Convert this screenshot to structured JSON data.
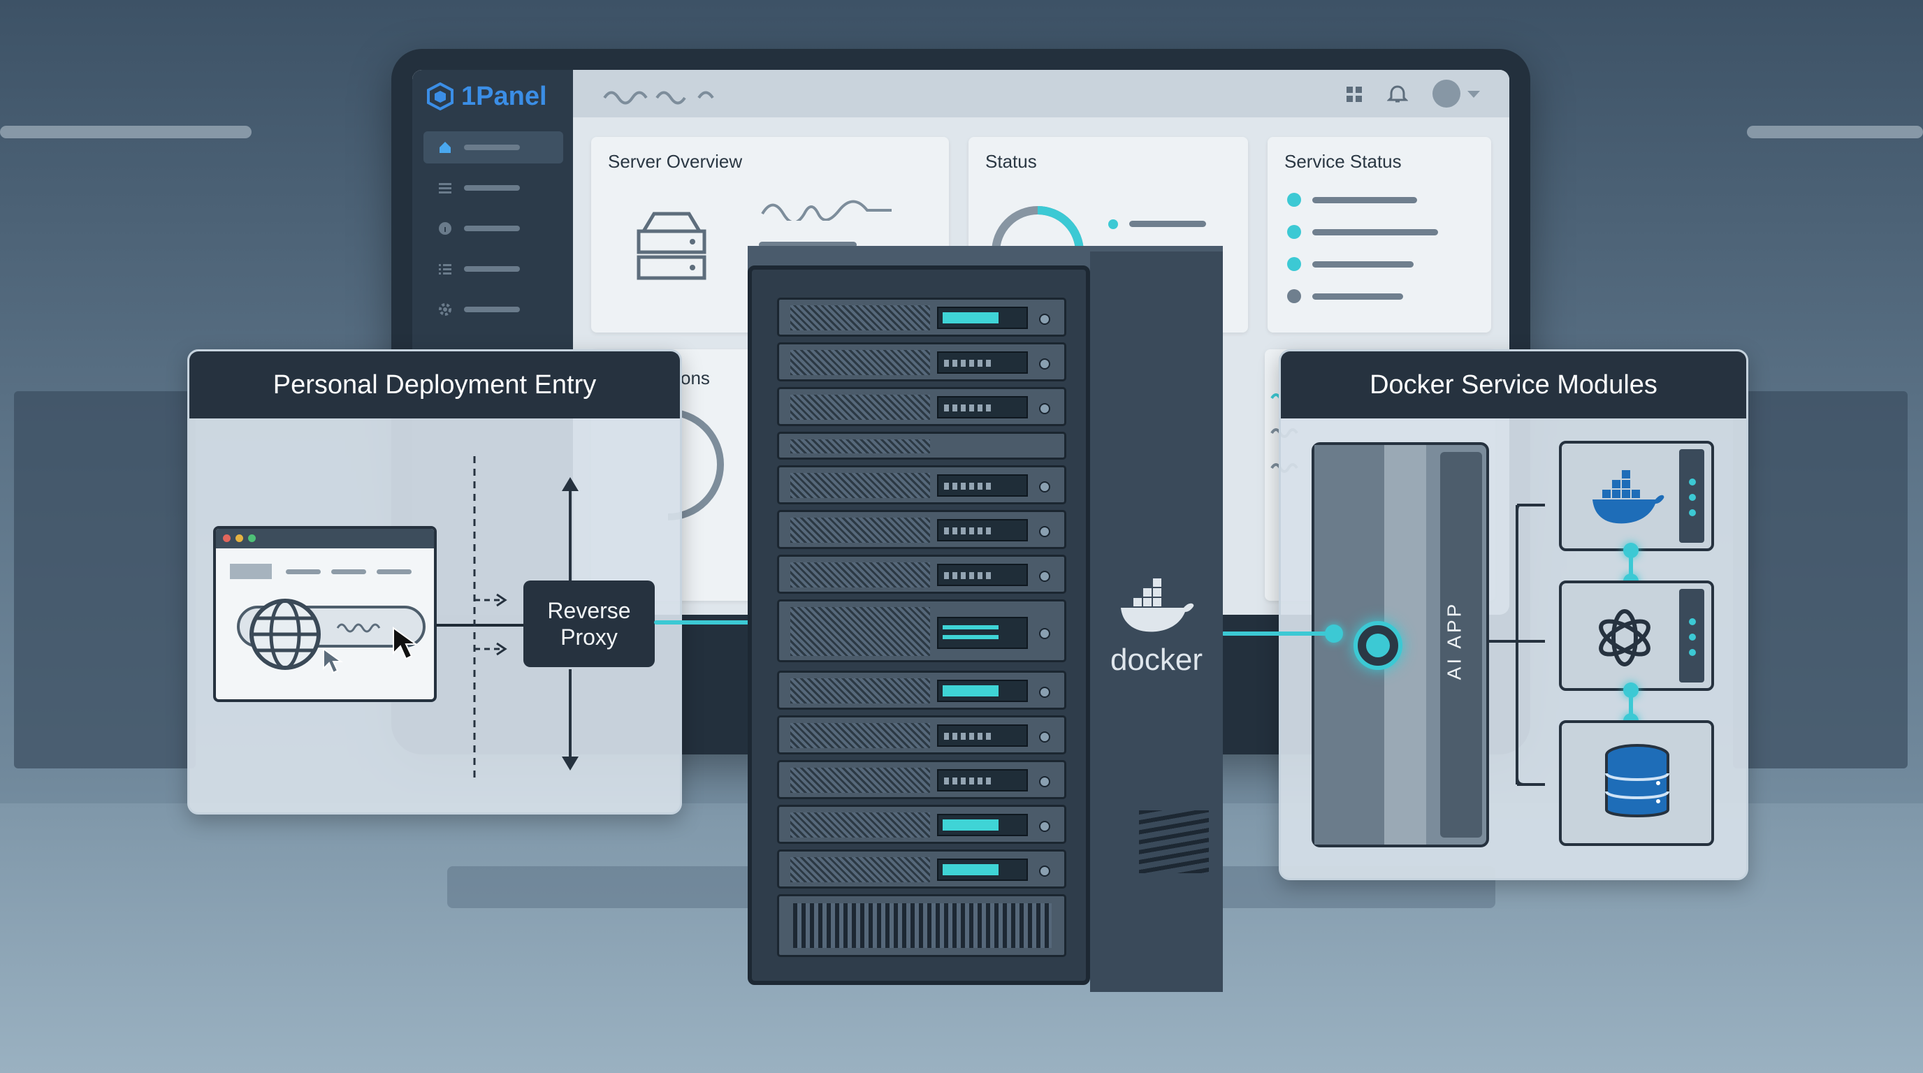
{
  "dashboard": {
    "brand": "1Panel",
    "cards": {
      "server_overview": "Server Overview",
      "status": "Status",
      "service_status": "Service Status",
      "partial_label": "ons"
    },
    "sidebar_icons": [
      "home-icon",
      "list-icon",
      "info-icon",
      "menu-icon",
      "gear-icon"
    ],
    "topbar_icons": [
      "grid-icon",
      "bell-icon",
      "avatar"
    ]
  },
  "deployment_panel": {
    "title": "Personal Deployment Entry",
    "proxy_label_line1": "Reverse",
    "proxy_label_line2": "Proxy"
  },
  "docker_panel": {
    "title": "Docker Service Modules",
    "vertical_label": "AI APP",
    "modules": [
      "docker-icon",
      "openai-icon",
      "database-icon"
    ]
  },
  "server": {
    "brand": "docker"
  },
  "colors": {
    "accent": "#3cc9d4",
    "brand_blue": "#3b8ee6",
    "panel_header": "#26323f"
  }
}
